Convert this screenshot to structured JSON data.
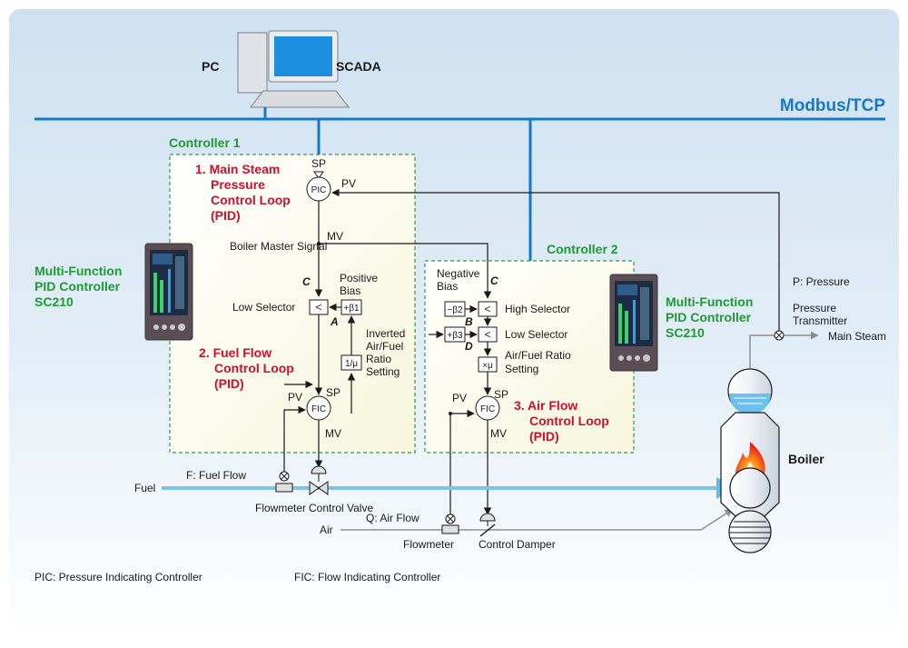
{
  "network": {
    "pc": "PC",
    "scada": "SCADA",
    "bus": "Modbus/TCP"
  },
  "controller1": {
    "title": "Controller 1",
    "loop1": [
      "1. Main Steam",
      "Pressure",
      "Control Loop",
      "(PID)"
    ],
    "loop2": [
      "2. Fuel Flow",
      "Control Loop",
      "(PID)"
    ],
    "sp": "SP",
    "pv": "PV",
    "mv": "MV",
    "pic": "PIC",
    "master": "Boiler Master Signal",
    "c_label": "C",
    "a_label": "A",
    "pos_bias": [
      "Positive",
      "Bias"
    ],
    "low_selector": "Low Selector",
    "lt": "<",
    "plus_b1": "+β1",
    "inv": "1/μ",
    "inverted": [
      "Inverted",
      "Air/Fuel",
      "Ratio",
      "Setting"
    ],
    "fic": "FIC",
    "sp2": "SP",
    "pv2": "PV",
    "mv2": "MV"
  },
  "controller2": {
    "title": "Controller 2",
    "neg_bias": [
      "Negative",
      "Bias"
    ],
    "c_label": "C",
    "b_label": "B",
    "d_label": "D",
    "minus_b2": "−β2",
    "plus_b3": "+β3",
    "lt1": "<",
    "lt2": "<",
    "mu": "×μ",
    "high_selector": "High Selector",
    "low_selector": "Low Selector",
    "ratio": [
      "Air/Fuel Ratio",
      "Setting"
    ],
    "loop3": [
      "3. Air Flow",
      "Control Loop",
      "(PID)"
    ],
    "fic": "FIC",
    "sp": "SP",
    "pv": "PV",
    "mv": "MV"
  },
  "devices": {
    "left_device": [
      "Multi-Function",
      "PID Controller",
      "SC210"
    ],
    "right_device": [
      "Multi-Function",
      "PID Controller",
      "SC210"
    ]
  },
  "process": {
    "p_pressure": "P: Pressure",
    "transmitter": [
      "Pressure",
      "Transmitter"
    ],
    "main_steam": "Main Steam",
    "boiler": "Boiler",
    "fuel": "Fuel",
    "fuel_flow": "F: Fuel Flow",
    "flowmeter1": "Flowmeter",
    "control_valve": "Control Valve",
    "air": "Air",
    "air_flow": "Q: Air Flow",
    "flowmeter2": "Flowmeter",
    "control_damper": "Control Damper"
  },
  "legend": {
    "pic": "PIC: Pressure Indicating Controller",
    "fic": "FIC: Flow Indicating Controller"
  }
}
